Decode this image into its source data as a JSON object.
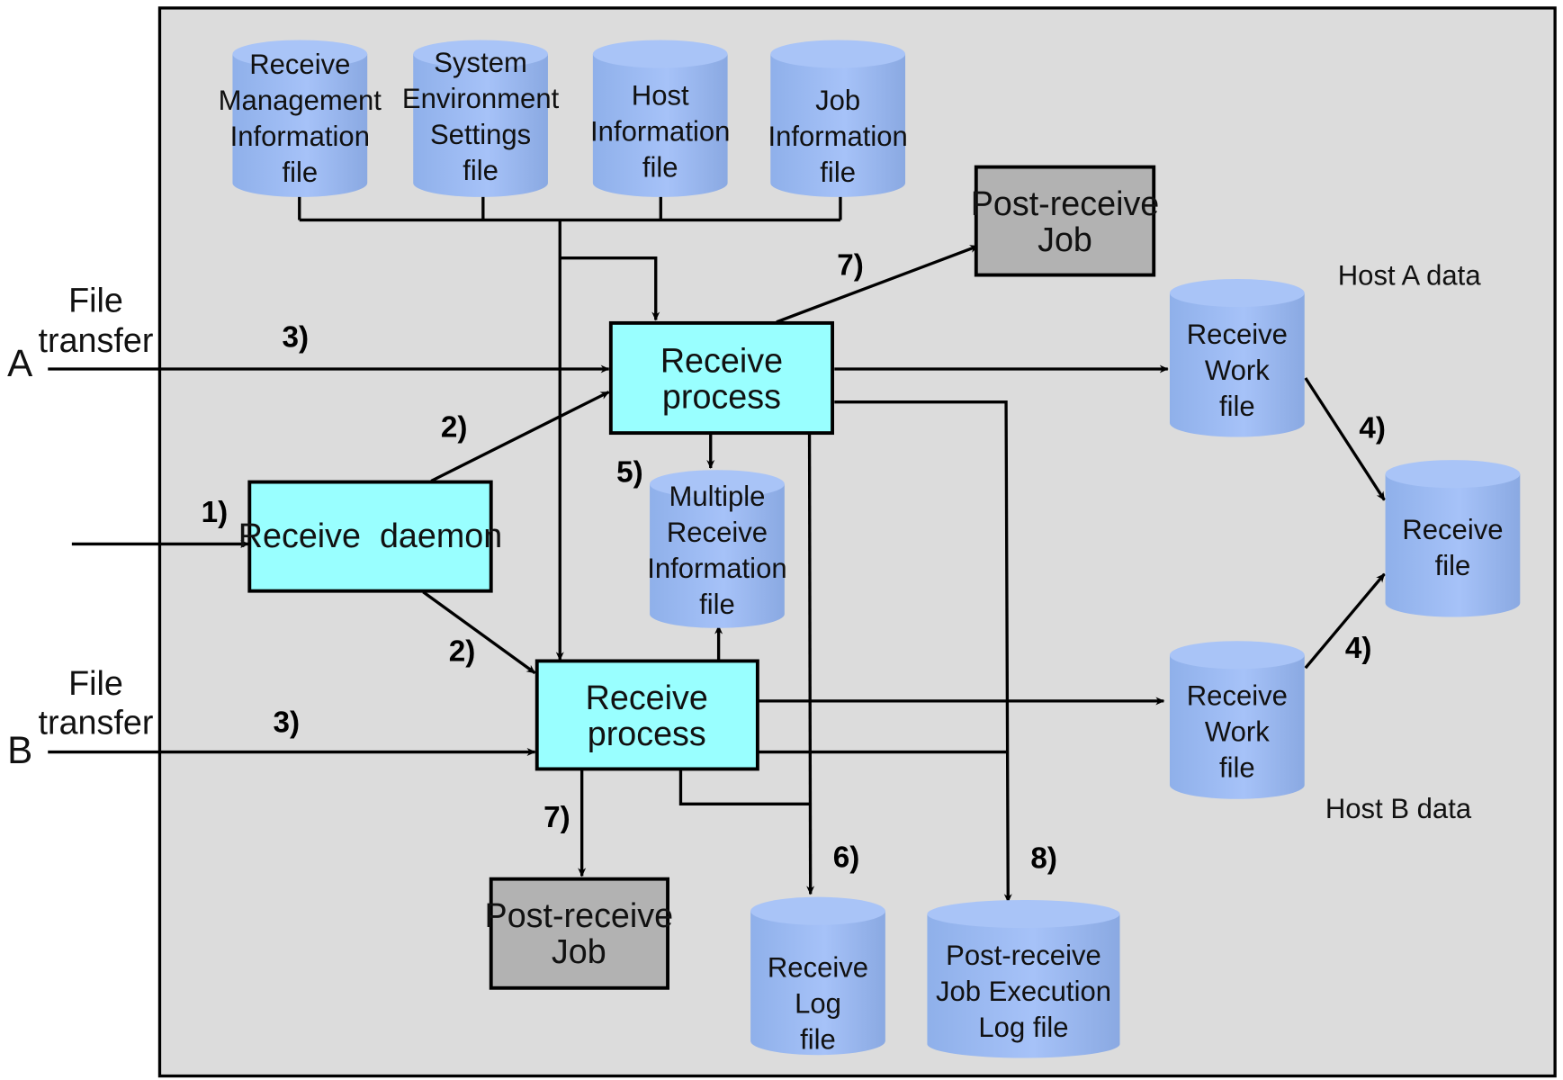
{
  "diagram": {
    "title": "Receive processing flow",
    "colors": {
      "frame_background": "#dcdcdc",
      "process_box": "#99ffff",
      "job_box": "#b2b2b2",
      "cylinder": "#93b3ec"
    },
    "sources": {
      "A": {
        "letter": "A",
        "caption_line1": "File",
        "caption_line2": "transfer"
      },
      "B": {
        "letter": "B",
        "caption_line1": "File",
        "caption_line2": "transfer"
      }
    },
    "config_files": [
      {
        "lines": [
          "Receive",
          "Management",
          "Information",
          "file"
        ]
      },
      {
        "lines": [
          "System",
          "Environment",
          "Settings",
          "file"
        ]
      },
      {
        "lines": [
          "Host",
          "Information",
          "file"
        ]
      },
      {
        "lines": [
          "Job",
          "Information",
          "file"
        ]
      }
    ],
    "daemon": {
      "label": "Receive  daemon"
    },
    "process_a": {
      "line1": "Receive",
      "line2": "process"
    },
    "process_b": {
      "line1": "Receive",
      "line2": "process"
    },
    "post_job_top": {
      "line1": "Post-receive",
      "line2": "Job"
    },
    "post_job_bottom": {
      "line1": "Post-receive",
      "line2": "Job"
    },
    "multi_info": {
      "lines": [
        "Multiple",
        "Receive",
        "Information",
        "file"
      ]
    },
    "work_a": {
      "lines": [
        "Receive",
        "Work",
        "file"
      ],
      "caption": "Host A data"
    },
    "work_b": {
      "lines": [
        "Receive",
        "Work",
        "file"
      ],
      "caption": "Host B data"
    },
    "receive_file": {
      "lines": [
        "Receive",
        "file"
      ]
    },
    "receive_log": {
      "lines": [
        "Receive",
        "Log",
        "file"
      ]
    },
    "post_log": {
      "lines": [
        "Post-receive",
        "Job Execution",
        "Log file"
      ]
    },
    "steps": {
      "s1": "1)",
      "s2a": "2)",
      "s2b": "2)",
      "s3a": "3)",
      "s3b": "3)",
      "s4a": "4)",
      "s4b": "4)",
      "s5": "5)",
      "s6": "6)",
      "s7a": "7)",
      "s7b": "7)",
      "s8": "8)"
    }
  }
}
